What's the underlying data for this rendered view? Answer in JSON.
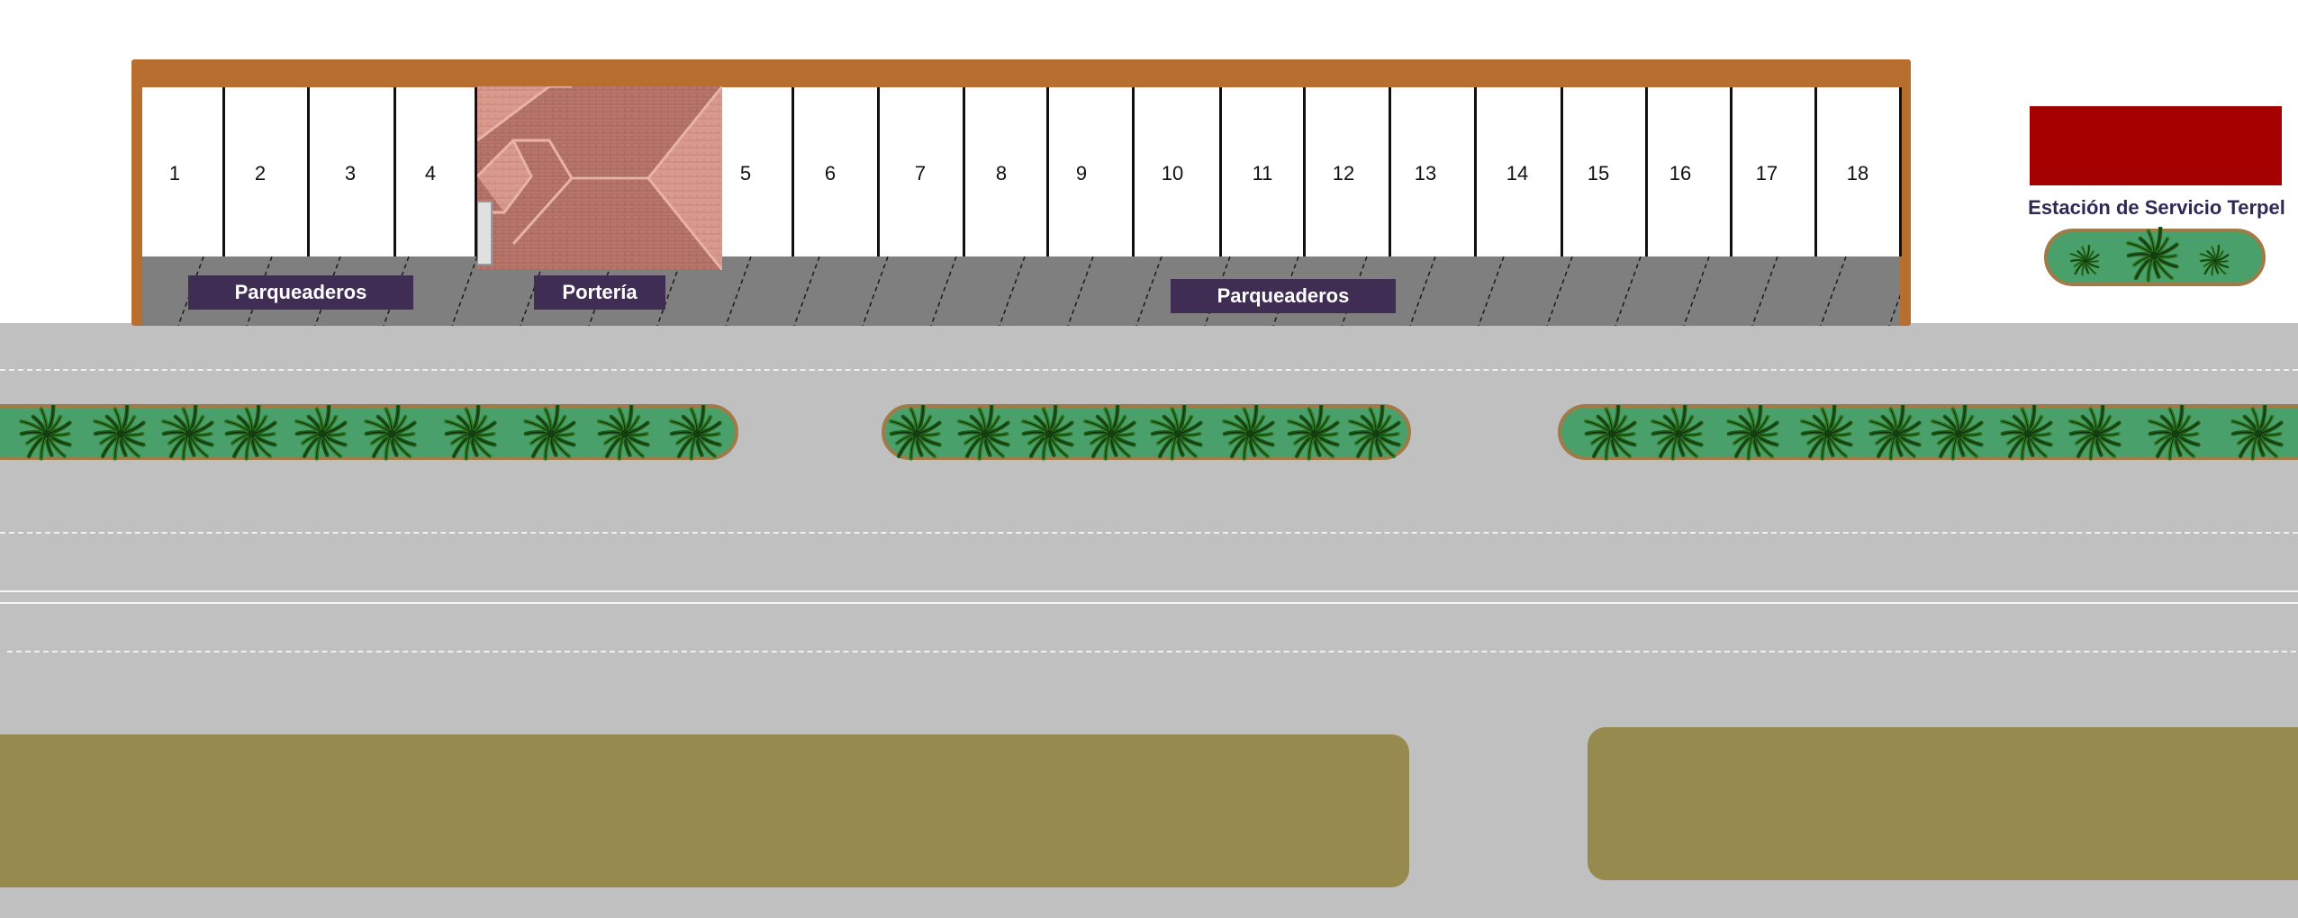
{
  "stalls_left": [
    "1",
    "2",
    "3",
    "4"
  ],
  "stalls_right": [
    "5",
    "6",
    "7",
    "8",
    "9",
    "10",
    "11",
    "12",
    "13",
    "14",
    "15",
    "16",
    "17",
    "18"
  ],
  "labels": {
    "parking_left": "Parqueaderos",
    "gatehouse": "Portería",
    "parking_right": "Parqueaderos",
    "gas_station": "Estación de Servicio Terpel"
  },
  "colors": {
    "frame": "#b76e2e",
    "label_bg": "#402d54",
    "road": "#c0c0c0",
    "median": "#4aa06a",
    "median_border": "#a07b47",
    "block": "#978a4f",
    "terpel": "#a50000",
    "roof": "#b8766a"
  },
  "icons": {
    "tree": "palm-tree-icon",
    "roof": "roof-tile-icon"
  }
}
